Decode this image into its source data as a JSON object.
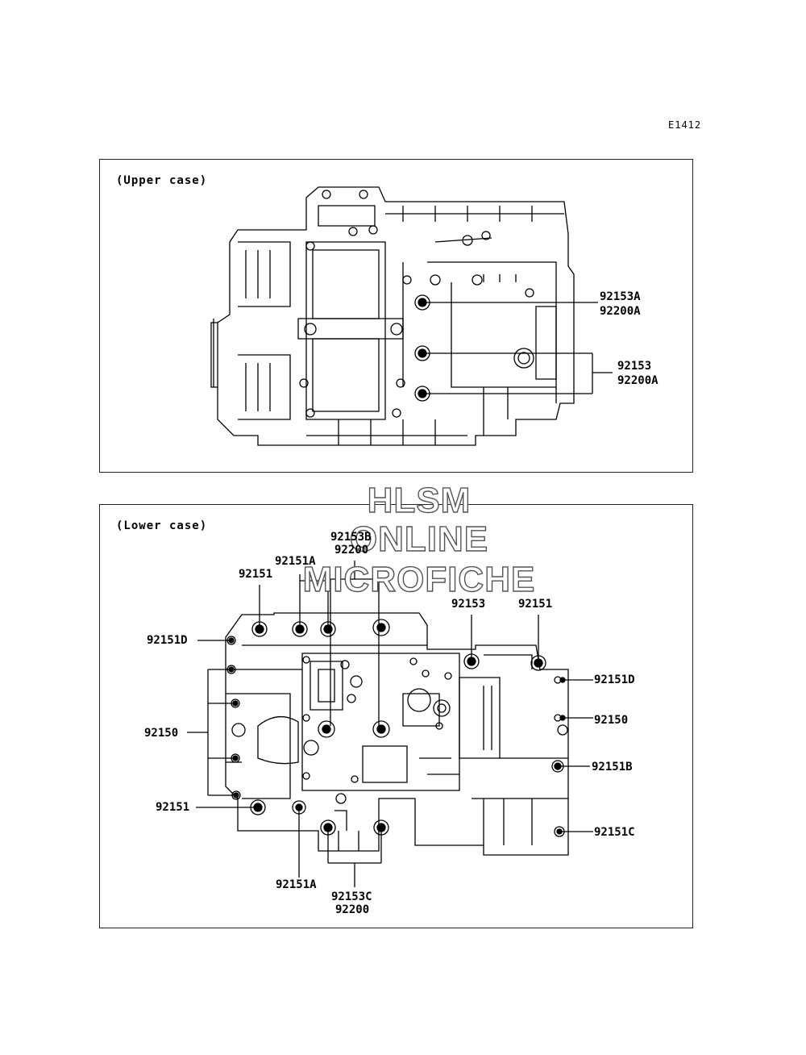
{
  "figure_id": "E1412",
  "upper": {
    "title": "(Upper case)",
    "callouts": [
      {
        "id": "u1",
        "lines": [
          "92153A",
          "92200A"
        ]
      },
      {
        "id": "u2",
        "lines": [
          "92153",
          "92200A"
        ]
      }
    ]
  },
  "lower": {
    "title": "(Lower case)",
    "callouts": [
      {
        "id": "l1",
        "lines": [
          "92153B",
          "92200"
        ]
      },
      {
        "id": "l2",
        "lines": [
          "92151A"
        ]
      },
      {
        "id": "l3",
        "lines": [
          "92151"
        ]
      },
      {
        "id": "l4",
        "lines": [
          "92153"
        ]
      },
      {
        "id": "l5",
        "lines": [
          "92151"
        ]
      },
      {
        "id": "l6",
        "lines": [
          "92151D"
        ]
      },
      {
        "id": "l7",
        "lines": [
          "92151D"
        ]
      },
      {
        "id": "l8",
        "lines": [
          "92150"
        ]
      },
      {
        "id": "l9",
        "lines": [
          "92150"
        ]
      },
      {
        "id": "l10",
        "lines": [
          "92151B"
        ]
      },
      {
        "id": "l11",
        "lines": [
          "92151"
        ]
      },
      {
        "id": "l12",
        "lines": [
          "92151C"
        ]
      },
      {
        "id": "l13",
        "lines": [
          "92151A"
        ]
      },
      {
        "id": "l14",
        "lines": [
          "92153C",
          "92200"
        ]
      }
    ]
  },
  "watermark": {
    "line1": "HLSM",
    "line2": "ONLINE",
    "line3": "MICROFICHE"
  }
}
